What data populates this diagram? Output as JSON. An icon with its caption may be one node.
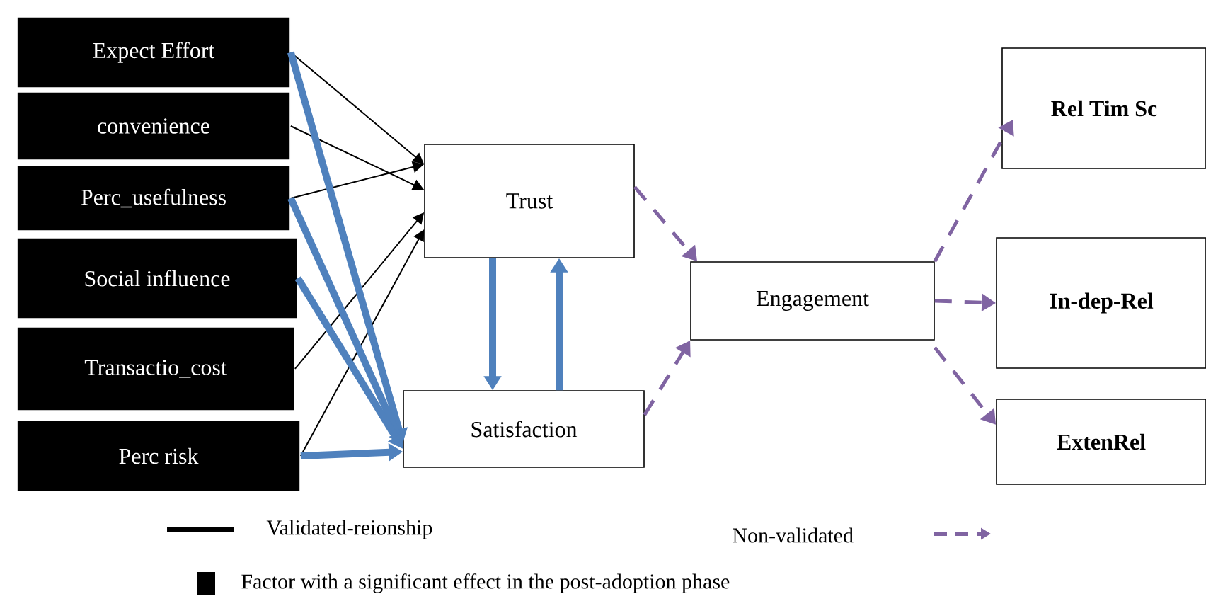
{
  "diagram": {
    "nodes": [
      {
        "text": [
          "Expect Effort"
        ]
      },
      {
        "text": [
          "convenience"
        ]
      },
      {
        "text": [
          "Perc_usefulness"
        ]
      },
      {
        "text": [
          "Social influence"
        ]
      },
      {
        "text": [
          "Transactio_cost"
        ]
      },
      {
        "text": [
          "Perc risk"
        ]
      },
      {
        "text": [
          "Trust"
        ]
      },
      {
        "text": [
          "Satisfaction"
        ]
      },
      {
        "text": [
          "Engagement"
        ]
      },
      {
        "text": [
          "Rel Tim Sc"
        ]
      },
      {
        "text": [
          "In-dep-Rel"
        ]
      },
      {
        "text": [
          "ExtenRel"
        ]
      }
    ],
    "edges": [
      {
        "from": 0,
        "to": 6,
        "arrow": "to",
        "color": "#000000"
      },
      {
        "from": 1,
        "to": 6,
        "arrow": "to",
        "color": "#000000"
      },
      {
        "from": 2,
        "to": 6,
        "arrow": "to",
        "color": "#000000"
      },
      {
        "from": 4,
        "to": 6,
        "arrow": "to",
        "color": "#000000"
      },
      {
        "from": 5,
        "to": 6,
        "arrow": "to",
        "color": "#000000"
      },
      {
        "from": 0,
        "to": 7,
        "arrow": "to",
        "style": "thick",
        "color": "#4f81bd"
      },
      {
        "from": 2,
        "to": 7,
        "arrow": "to",
        "style": "thick",
        "color": "#4f81bd"
      },
      {
        "from": 3,
        "to": 7,
        "arrow": "to",
        "style": "thick",
        "color": "#4f81bd"
      },
      {
        "from": 5,
        "to": 7,
        "arrow": "to",
        "style": "thick",
        "color": "#4f81bd"
      },
      {
        "from": 6,
        "to": 7,
        "arrow": "to",
        "style": "thick",
        "color": "#4f81bd"
      },
      {
        "from": 7,
        "to": 6,
        "arrow": "to",
        "style": "thick",
        "color": "#4f81bd"
      },
      {
        "from": 6,
        "to": 8,
        "arrow": "to",
        "style": "dashed",
        "color": "#8064a2"
      },
      {
        "from": 7,
        "to": 8,
        "arrow": "to",
        "style": "dashed",
        "color": "#8064a2"
      },
      {
        "from": 8,
        "to": 9,
        "arrow": "to",
        "style": "dashed",
        "color": "#8064a2"
      },
      {
        "from": 8,
        "to": 10,
        "arrow": "to",
        "style": "dashed",
        "color": "#8064a2"
      },
      {
        "from": 8,
        "to": 11,
        "arrow": "to",
        "style": "dashed",
        "color": "#8064a2"
      }
    ],
    "legend": [
      {
        "text": "Validated-reionship"
      },
      {
        "text": "Non-validated"
      },
      {
        "text": "Factor with a significant effect in the post-adoption phase",
        "color": "#000000"
      }
    ]
  }
}
